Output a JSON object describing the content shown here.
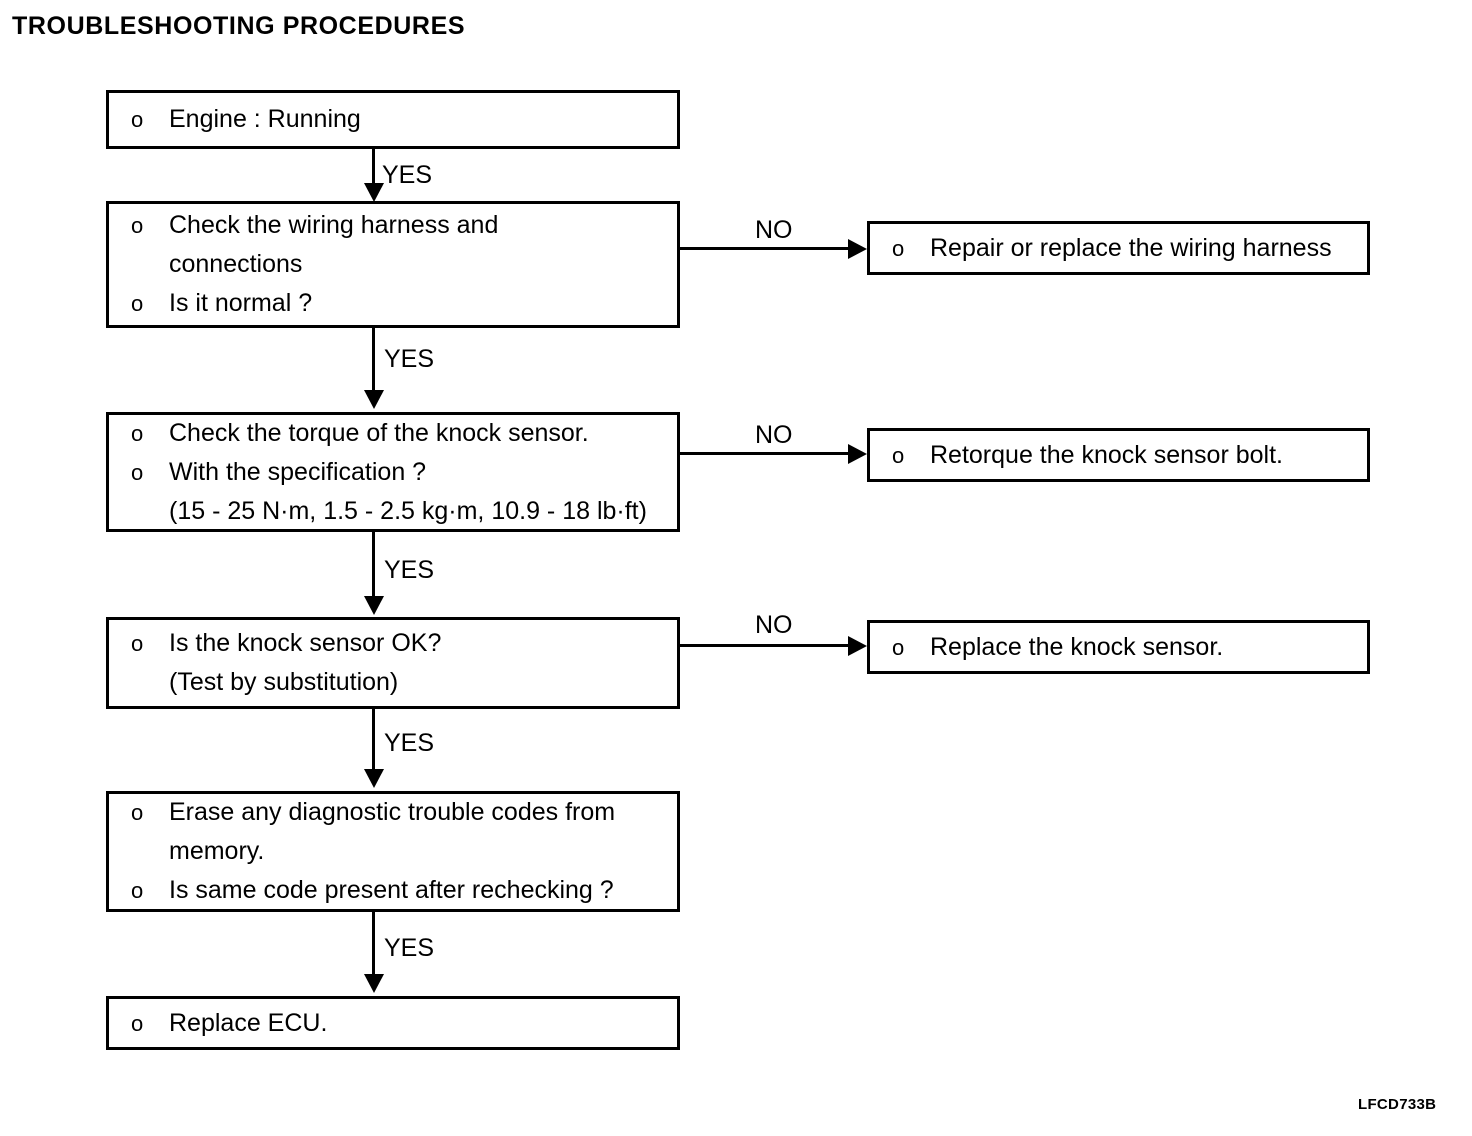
{
  "title": "TROUBLESHOOTING PROCEDURES",
  "doc_code": "LFCD733B",
  "bullet": "o",
  "edge_labels": {
    "yes": "YES",
    "no": "NO"
  },
  "flow": {
    "main_nodes": [
      {
        "id": "engine-running",
        "lines": [
          {
            "bullet": true,
            "text": "Engine : Running"
          }
        ]
      },
      {
        "id": "check-wiring-harness",
        "lines": [
          {
            "bullet": true,
            "text": "Check the wiring harness and"
          },
          {
            "bullet": false,
            "text": "connections"
          },
          {
            "bullet": true,
            "text": "Is it normal ?"
          }
        ]
      },
      {
        "id": "check-knock-sensor-torque",
        "lines": [
          {
            "bullet": true,
            "text": "Check the torque of the knock sensor."
          },
          {
            "bullet": true,
            "text": "With the specification ?"
          },
          {
            "bullet": false,
            "text": "(15 - 25 N·m, 1.5 - 2.5 kg·m, 10.9 - 18 lb·ft)"
          }
        ]
      },
      {
        "id": "knock-sensor-ok",
        "lines": [
          {
            "bullet": true,
            "text": "Is the knock sensor OK?"
          },
          {
            "bullet": false,
            "text": "(Test by substitution)"
          }
        ]
      },
      {
        "id": "erase-codes",
        "lines": [
          {
            "bullet": true,
            "text": "Erase any diagnostic trouble codes from"
          },
          {
            "bullet": false,
            "text": "memory."
          },
          {
            "bullet": true,
            "text": "Is same code present after rechecking ?"
          }
        ]
      },
      {
        "id": "replace-ecu",
        "lines": [
          {
            "bullet": true,
            "text": "Replace ECU."
          }
        ]
      }
    ],
    "branch_nodes": [
      {
        "id": "repair-wiring-harness",
        "lines": [
          {
            "bullet": true,
            "text": "Repair or replace the wiring harness"
          }
        ]
      },
      {
        "id": "retorque-bolt",
        "lines": [
          {
            "bullet": true,
            "text": "Retorque the knock sensor bolt."
          }
        ]
      },
      {
        "id": "replace-knock-sensor",
        "lines": [
          {
            "bullet": true,
            "text": "Replace the knock sensor."
          }
        ]
      }
    ]
  }
}
